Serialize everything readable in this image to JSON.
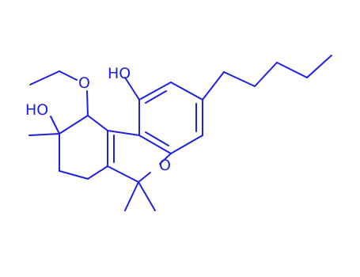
{
  "molecule": {
    "bond_color": "#2020e0",
    "labels": {
      "hydroxyl_top": "HO",
      "hydroxyl_left": "HO",
      "ether_oxygen": "O",
      "ring_oxygen": "O"
    }
  }
}
